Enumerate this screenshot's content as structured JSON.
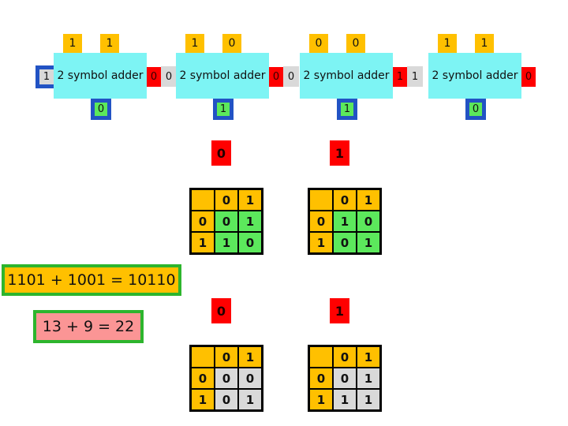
{
  "colors": {
    "cyan": "#7DF4F4",
    "yellow": "#FFC000",
    "green": "#5CE85C",
    "blue_border": "#2253C4",
    "red": "#FF0000",
    "gray": "#D9D9D9",
    "pink": "#FB9595",
    "green_border": "#2DB52D"
  },
  "adder_row": {
    "final_carry": "1",
    "adders": [
      {
        "label": "2 symbol adder",
        "in_a": "1",
        "in_b": "1",
        "carry_in": "0",
        "sum": "0",
        "carry_gray": "0"
      },
      {
        "label": "2 symbol adder",
        "in_a": "1",
        "in_b": "0",
        "carry_in": "0",
        "sum": "1",
        "carry_gray": "0"
      },
      {
        "label": "2 symbol adder",
        "in_a": "0",
        "in_b": "0",
        "carry_in": "1",
        "sum": "1",
        "carry_gray": "1"
      },
      {
        "label": "2 symbol adder",
        "in_a": "1",
        "in_b": "1",
        "carry_in": "0",
        "sum": "0"
      }
    ]
  },
  "sum_section": {
    "carry_badges": [
      "0",
      "1"
    ],
    "tables": [
      {
        "h0": "0",
        "h1": "1",
        "r0": {
          "label": "0",
          "c0": "0",
          "c1": "1"
        },
        "r1": {
          "label": "1",
          "c0": "1",
          "c1": "0"
        }
      },
      {
        "h0": "0",
        "h1": "1",
        "r0": {
          "label": "0",
          "c0": "1",
          "c1": "0"
        },
        "r1": {
          "label": "1",
          "c0": "0",
          "c1": "1"
        }
      }
    ]
  },
  "carry_section": {
    "carry_badges": [
      "0",
      "1"
    ],
    "tables": [
      {
        "h0": "0",
        "h1": "1",
        "r0": {
          "label": "0",
          "c0": "0",
          "c1": "0"
        },
        "r1": {
          "label": "1",
          "c0": "0",
          "c1": "1"
        }
      },
      {
        "h0": "0",
        "h1": "1",
        "r0": {
          "label": "0",
          "c0": "0",
          "c1": "1"
        },
        "r1": {
          "label": "1",
          "c0": "1",
          "c1": "1"
        }
      }
    ]
  },
  "equations": {
    "binary": "1101 + 1001 = 10110",
    "decimal": "13 + 9 = 22"
  }
}
